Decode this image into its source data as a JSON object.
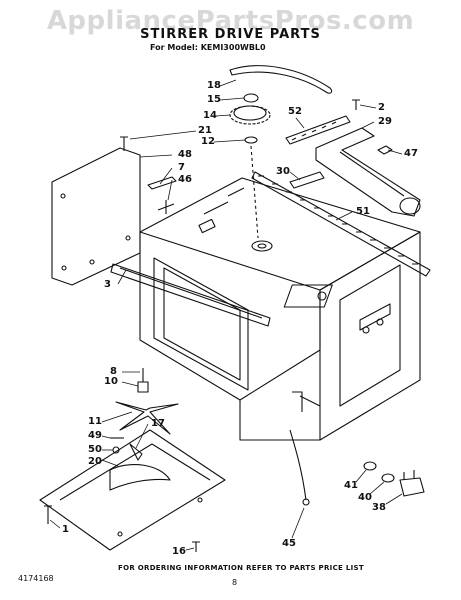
{
  "watermark": "AppliancePartsPros.com",
  "title": "STIRRER DRIVE PARTS",
  "model": "For Model: KEMI300WBL0",
  "footer": {
    "doc_id": "4174168",
    "note": "FOR ORDERING INFORMATION REFER TO PARTS PRICE LIST",
    "page": "8"
  },
  "callouts": [
    "18",
    "15",
    "14",
    "12",
    "21",
    "48",
    "7",
    "46",
    "3",
    "8",
    "10",
    "11",
    "49",
    "50",
    "20",
    "17",
    "1",
    "16",
    "52",
    "2",
    "29",
    "47",
    "30",
    "51",
    "45",
    "41",
    "40",
    "38"
  ]
}
